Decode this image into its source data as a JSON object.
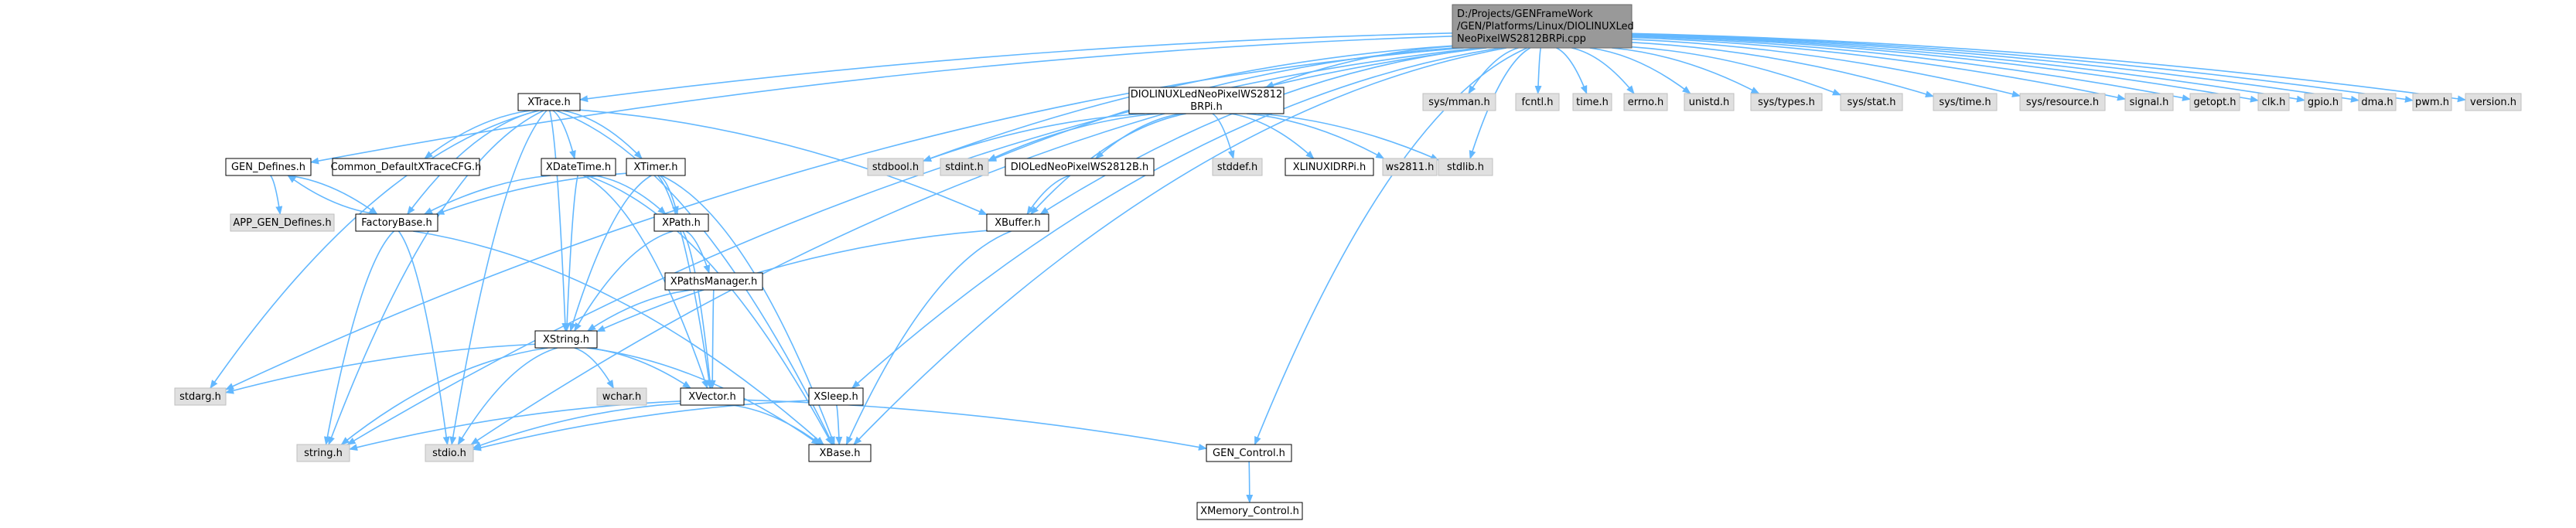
{
  "colors": {
    "edge": "#63b8ff",
    "root_fill": "#999999",
    "node_fill": "#ffffff",
    "external_fill": "#e0e0e0"
  },
  "nodes": [
    {
      "id": "root",
      "lines": [
        "D:/Projects/GENFrameWork",
        "/GEN/Platforms/Linux/DIOLINUXLed",
        "NeoPixelWS2812BRPi.cpp"
      ],
      "kind": "root"
    },
    {
      "id": "xtrace",
      "lines": [
        "XTrace.h"
      ],
      "kind": "local"
    },
    {
      "id": "diolinuxws",
      "lines": [
        "DIOLINUXLedNeoPixelWS2812",
        "BRPi.h"
      ],
      "kind": "local"
    },
    {
      "id": "sysmman",
      "lines": [
        "sys/mman.h"
      ],
      "kind": "external"
    },
    {
      "id": "fcntl",
      "lines": [
        "fcntl.h"
      ],
      "kind": "external"
    },
    {
      "id": "time",
      "lines": [
        "time.h"
      ],
      "kind": "external"
    },
    {
      "id": "errno",
      "lines": [
        "errno.h"
      ],
      "kind": "external"
    },
    {
      "id": "unistd",
      "lines": [
        "unistd.h"
      ],
      "kind": "external"
    },
    {
      "id": "systypes",
      "lines": [
        "sys/types.h"
      ],
      "kind": "external"
    },
    {
      "id": "sysstat",
      "lines": [
        "sys/stat.h"
      ],
      "kind": "external"
    },
    {
      "id": "systime",
      "lines": [
        "sys/time.h"
      ],
      "kind": "external"
    },
    {
      "id": "sysresource",
      "lines": [
        "sys/resource.h"
      ],
      "kind": "external"
    },
    {
      "id": "signal",
      "lines": [
        "signal.h"
      ],
      "kind": "external"
    },
    {
      "id": "getopt",
      "lines": [
        "getopt.h"
      ],
      "kind": "external"
    },
    {
      "id": "clk",
      "lines": [
        "clk.h"
      ],
      "kind": "external"
    },
    {
      "id": "gpio",
      "lines": [
        "gpio.h"
      ],
      "kind": "external"
    },
    {
      "id": "dma",
      "lines": [
        "dma.h"
      ],
      "kind": "external"
    },
    {
      "id": "pwm",
      "lines": [
        "pwm.h"
      ],
      "kind": "external"
    },
    {
      "id": "version",
      "lines": [
        "version.h"
      ],
      "kind": "external"
    },
    {
      "id": "gendefines",
      "lines": [
        "GEN_Defines.h"
      ],
      "kind": "local"
    },
    {
      "id": "commontrace",
      "lines": [
        "Common_DefaultXTraceCFG.h"
      ],
      "kind": "local"
    },
    {
      "id": "xdatetime",
      "lines": [
        "XDateTime.h"
      ],
      "kind": "local"
    },
    {
      "id": "xtimer",
      "lines": [
        "XTimer.h"
      ],
      "kind": "local"
    },
    {
      "id": "stdbool",
      "lines": [
        "stdbool.h"
      ],
      "kind": "external"
    },
    {
      "id": "stdint",
      "lines": [
        "stdint.h"
      ],
      "kind": "external"
    },
    {
      "id": "dioled",
      "lines": [
        "DIOLedNeoPixelWS2812B.h"
      ],
      "kind": "local"
    },
    {
      "id": "stddef",
      "lines": [
        "stddef.h"
      ],
      "kind": "external"
    },
    {
      "id": "xlinuxrpi",
      "lines": [
        "XLINUXIDRPi.h"
      ],
      "kind": "local"
    },
    {
      "id": "ws2811",
      "lines": [
        "ws2811.h"
      ],
      "kind": "external"
    },
    {
      "id": "stdlib",
      "lines": [
        "stdlib.h"
      ],
      "kind": "external"
    },
    {
      "id": "appgen",
      "lines": [
        "APP_GEN_Defines.h"
      ],
      "kind": "external"
    },
    {
      "id": "factorybase",
      "lines": [
        "FactoryBase.h"
      ],
      "kind": "local"
    },
    {
      "id": "xpath",
      "lines": [
        "XPath.h"
      ],
      "kind": "local"
    },
    {
      "id": "xbuffer",
      "lines": [
        "XBuffer.h"
      ],
      "kind": "local"
    },
    {
      "id": "xpathsmanager",
      "lines": [
        "XPathsManager.h"
      ],
      "kind": "local"
    },
    {
      "id": "xstring",
      "lines": [
        "XString.h"
      ],
      "kind": "local"
    },
    {
      "id": "stdarg",
      "lines": [
        "stdarg.h"
      ],
      "kind": "external"
    },
    {
      "id": "wchar",
      "lines": [
        "wchar.h"
      ],
      "kind": "external"
    },
    {
      "id": "xvector",
      "lines": [
        "XVector.h"
      ],
      "kind": "local"
    },
    {
      "id": "xsleep",
      "lines": [
        "XSleep.h"
      ],
      "kind": "local"
    },
    {
      "id": "stringh",
      "lines": [
        "string.h"
      ],
      "kind": "external"
    },
    {
      "id": "stdio",
      "lines": [
        "stdio.h"
      ],
      "kind": "external"
    },
    {
      "id": "xbase",
      "lines": [
        "XBase.h"
      ],
      "kind": "local"
    },
    {
      "id": "gencontrol",
      "lines": [
        "GEN_Control.h"
      ],
      "kind": "local"
    },
    {
      "id": "xmemory",
      "lines": [
        "XMemory_Control.h"
      ],
      "kind": "local"
    }
  ],
  "edges": [
    [
      "root",
      "xtrace"
    ],
    [
      "root",
      "diolinuxws"
    ],
    [
      "root",
      "sysmman"
    ],
    [
      "root",
      "fcntl"
    ],
    [
      "root",
      "time"
    ],
    [
      "root",
      "errno"
    ],
    [
      "root",
      "unistd"
    ],
    [
      "root",
      "systypes"
    ],
    [
      "root",
      "sysstat"
    ],
    [
      "root",
      "systime"
    ],
    [
      "root",
      "sysresource"
    ],
    [
      "root",
      "signal"
    ],
    [
      "root",
      "getopt"
    ],
    [
      "root",
      "clk"
    ],
    [
      "root",
      "gpio"
    ],
    [
      "root",
      "dma"
    ],
    [
      "root",
      "pwm"
    ],
    [
      "root",
      "version"
    ],
    [
      "root",
      "gendefines"
    ],
    [
      "root",
      "stdbool"
    ],
    [
      "root",
      "stdint"
    ],
    [
      "root",
      "stdarg"
    ],
    [
      "root",
      "stringh"
    ],
    [
      "root",
      "stdio"
    ],
    [
      "root",
      "xbuffer"
    ],
    [
      "root",
      "xsleep"
    ],
    [
      "root",
      "xbase"
    ],
    [
      "root",
      "gencontrol"
    ],
    [
      "root",
      "stdlib"
    ],
    [
      "xtrace",
      "commontrace"
    ],
    [
      "xtrace",
      "xdatetime"
    ],
    [
      "xtrace",
      "xtimer"
    ],
    [
      "xtrace",
      "factorybase"
    ],
    [
      "xtrace",
      "xbuffer"
    ],
    [
      "xtrace",
      "xstring"
    ],
    [
      "xtrace",
      "stdarg"
    ],
    [
      "xtrace",
      "stringh"
    ],
    [
      "xtrace",
      "stdio"
    ],
    [
      "xtrace",
      "xbase"
    ],
    [
      "gendefines",
      "appgen"
    ],
    [
      "gendefines",
      "factorybase"
    ],
    [
      "factorybase",
      "gendefines"
    ],
    [
      "factorybase",
      "stringh"
    ],
    [
      "factorybase",
      "stdio"
    ],
    [
      "factorybase",
      "xbase"
    ],
    [
      "xdatetime",
      "factorybase"
    ],
    [
      "xdatetime",
      "xpath"
    ],
    [
      "xdatetime",
      "xstring"
    ],
    [
      "xdatetime",
      "xvector"
    ],
    [
      "xdatetime",
      "xbase"
    ],
    [
      "xtimer",
      "factorybase"
    ],
    [
      "xtimer",
      "xpath"
    ],
    [
      "xtimer",
      "xstring"
    ],
    [
      "xtimer",
      "xvector"
    ],
    [
      "xtimer",
      "xbase"
    ],
    [
      "xpath",
      "xpathsmanager"
    ],
    [
      "xpath",
      "xstring"
    ],
    [
      "xpath",
      "xvector"
    ],
    [
      "xpathsmanager",
      "xstring"
    ],
    [
      "xpathsmanager",
      "xvector"
    ],
    [
      "xstring",
      "stdarg"
    ],
    [
      "xstring",
      "wchar"
    ],
    [
      "xstring",
      "xvector"
    ],
    [
      "xstring",
      "stringh"
    ],
    [
      "xstring",
      "stdio"
    ],
    [
      "xstring",
      "xbase"
    ],
    [
      "xvector",
      "stringh"
    ],
    [
      "xvector",
      "stdio"
    ],
    [
      "xvector",
      "xbase"
    ],
    [
      "xvector",
      "gencontrol"
    ],
    [
      "xbuffer",
      "xstring"
    ],
    [
      "xbuffer",
      "xbase"
    ],
    [
      "diolinuxws",
      "stdbool"
    ],
    [
      "diolinuxws",
      "stdint"
    ],
    [
      "diolinuxws",
      "dioled"
    ],
    [
      "diolinuxws",
      "stddef"
    ],
    [
      "diolinuxws",
      "xlinuxrpi"
    ],
    [
      "diolinuxws",
      "ws2811"
    ],
    [
      "diolinuxws",
      "stdlib"
    ],
    [
      "diolinuxws",
      "xbuffer"
    ],
    [
      "dioled",
      "xbuffer"
    ],
    [
      "xsleep",
      "xbase"
    ],
    [
      "xsleep",
      "stdio"
    ],
    [
      "gencontrol",
      "xmemory"
    ]
  ]
}
